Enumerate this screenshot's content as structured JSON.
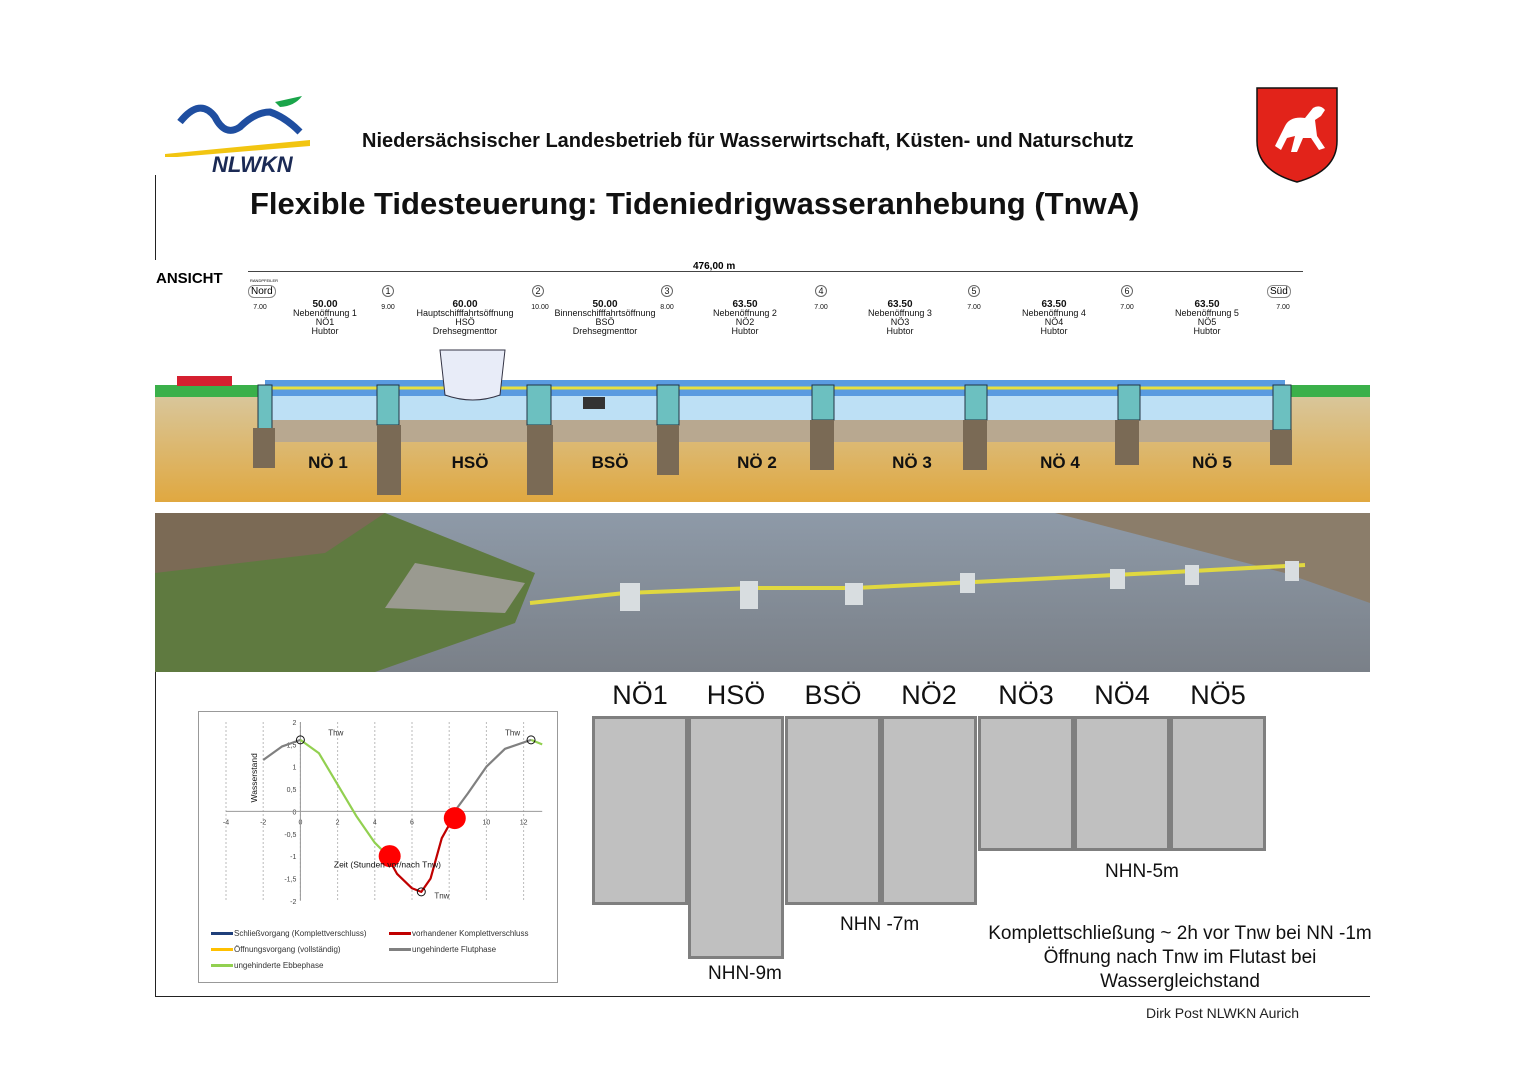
{
  "header": {
    "org": "Niedersächsischer Landesbetrieb für Wasserwirtschaft, Küsten- und Naturschutz",
    "logo_text": "NLWKN",
    "title": "Flexible Tidesteuerung: Tideniedrigwasseranhebung (TnwA)"
  },
  "drawing": {
    "view_label": "ANSICHT",
    "total_length": "476,00 m",
    "north": "Nord",
    "south": "Süd",
    "edge_pier": "RANDPFEILER",
    "piers": [
      "1",
      "2",
      "3",
      "4",
      "5",
      "6"
    ],
    "pier_widths": [
      "7.00",
      "9.00",
      "10.00",
      "8.00",
      "7.00",
      "7.00",
      "7.00",
      "7.00"
    ],
    "openings": [
      {
        "width": "50.00",
        "name": "Nebenöffnung 1",
        "code": "NÖ1",
        "gate": "Hubtor",
        "label": "NÖ 1"
      },
      {
        "width": "60.00",
        "name": "Hauptschifffahrtsöffnung",
        "code": "HSÖ",
        "gate": "Drehsegmenttor",
        "label": "HSÖ"
      },
      {
        "width": "50.00",
        "name": "Binnenschifffahrtsöffnung",
        "code": "BSÖ",
        "gate": "Drehsegmenttor",
        "label": "BSÖ"
      },
      {
        "width": "63.50",
        "name": "Nebenöffnung 2",
        "code": "NÖ2",
        "gate": "Hubtor",
        "label": "NÖ 2"
      },
      {
        "width": "63.50",
        "name": "Nebenöffnung 3",
        "code": "NÖ3",
        "gate": "Hubtor",
        "label": "NÖ 3"
      },
      {
        "width": "63.50",
        "name": "Nebenöffnung 4",
        "code": "NÖ4",
        "gate": "Hubtor",
        "label": "NÖ 4"
      },
      {
        "width": "63.50",
        "name": "Nebenöffnung 5",
        "code": "NÖ5",
        "gate": "Hubtor",
        "label": "NÖ 5"
      }
    ]
  },
  "depths": {
    "unit": "m NHN",
    "gates": [
      {
        "label": "NÖ1",
        "depth": -7
      },
      {
        "label": "HSÖ",
        "depth": -9
      },
      {
        "label": "BSÖ",
        "depth": -7
      },
      {
        "label": "NÖ2",
        "depth": -7
      },
      {
        "label": "NÖ3",
        "depth": -5
      },
      {
        "label": "NÖ4",
        "depth": -5
      },
      {
        "label": "NÖ5",
        "depth": -5
      }
    ],
    "labels": {
      "nhn9": "NHN-9m",
      "nhn7": "NHN -7m",
      "nhn5": "NHN-5m"
    },
    "note": [
      "Komplettschließung ~ 2h vor Tnw bei NN -1m",
      "Öffnung nach Tnw im Flutast bei",
      "Wassergleichstand"
    ]
  },
  "chart_data": {
    "type": "line",
    "xlabel": "Zeit (Stunden vor/nach Tnw)",
    "ylabel": "Wasserstand",
    "xlim": [
      -4,
      13
    ],
    "ylim": [
      -2,
      2
    ],
    "xticks": [
      -4,
      -2,
      0,
      2,
      4,
      6,
      8,
      10,
      12
    ],
    "xtick_labels": [
      "-4",
      "-2",
      "0",
      "2",
      "4",
      "6",
      "",
      "10",
      "12"
    ],
    "yticks": [
      2,
      1.5,
      1,
      0.5,
      0,
      -0.5,
      -1,
      -1.5,
      -2
    ],
    "ytick_labels": [
      "2",
      "1,5",
      "1",
      "0,5",
      "0",
      "-0,5",
      "-1",
      "-1,5",
      "-2"
    ],
    "series": [
      {
        "name": "ungehinderte Flutphase",
        "color": "#808080",
        "points": [
          [
            -2,
            1.15
          ],
          [
            -1,
            1.45
          ],
          [
            0,
            1.6
          ]
        ]
      },
      {
        "name": "ungehinderte Ebbephase",
        "color": "#92d050",
        "points": [
          [
            0,
            1.6
          ],
          [
            1,
            1.3
          ],
          [
            2,
            0.6
          ],
          [
            3,
            -0.1
          ],
          [
            4,
            -0.7
          ],
          [
            4.6,
            -0.95
          ]
        ]
      },
      {
        "name": "vorhandener Komplettverschluss",
        "color": "#c00000",
        "points": [
          [
            4.6,
            -0.95
          ],
          [
            5.2,
            -1.4
          ],
          [
            6,
            -1.72
          ],
          [
            6.5,
            -1.8
          ],
          [
            7,
            -1.5
          ],
          [
            7.6,
            -0.6
          ],
          [
            8.2,
            -0.15
          ]
        ]
      },
      {
        "name": "ungehinderte Flutphase",
        "color": "#808080",
        "points": [
          [
            8.2,
            -0.05
          ],
          [
            9,
            0.4
          ],
          [
            10,
            1.0
          ],
          [
            11,
            1.4
          ],
          [
            12.4,
            1.6
          ]
        ]
      },
      {
        "name": "ungehinderte Ebbephase",
        "color": "#92d050",
        "points": [
          [
            12.4,
            1.6
          ],
          [
            13,
            1.5
          ]
        ]
      }
    ],
    "markers": [
      {
        "x": 4.8,
        "y": -1.0
      },
      {
        "x": 8.3,
        "y": -0.15
      }
    ],
    "annotations": [
      {
        "text": "Thw",
        "x": 1.5,
        "y": 1.7
      },
      {
        "text": "Thw",
        "x": 11,
        "y": 1.7
      },
      {
        "text": "Tnw",
        "x": 7.2,
        "y": -1.95
      }
    ],
    "extrema": [
      {
        "x": 0,
        "y": 1.6
      },
      {
        "x": 12.4,
        "y": 1.6
      },
      {
        "x": 6.5,
        "y": -1.8
      }
    ],
    "legend": [
      {
        "name": "Schließvorgang (Komplettverschluss)",
        "color": "#1f3f7a"
      },
      {
        "name": "vorhandener Komplettverschluss",
        "color": "#c00000"
      },
      {
        "name": "Öffnungsvorgang (vollständig)",
        "color": "#ffc000"
      },
      {
        "name": "ungehinderte Flutphase",
        "color": "#808080"
      },
      {
        "name": "ungehinderte Ebbephase",
        "color": "#92d050"
      }
    ],
    "legend_position": "bottom"
  },
  "footer": {
    "author": "Dirk Post NLWKN Aurich"
  }
}
